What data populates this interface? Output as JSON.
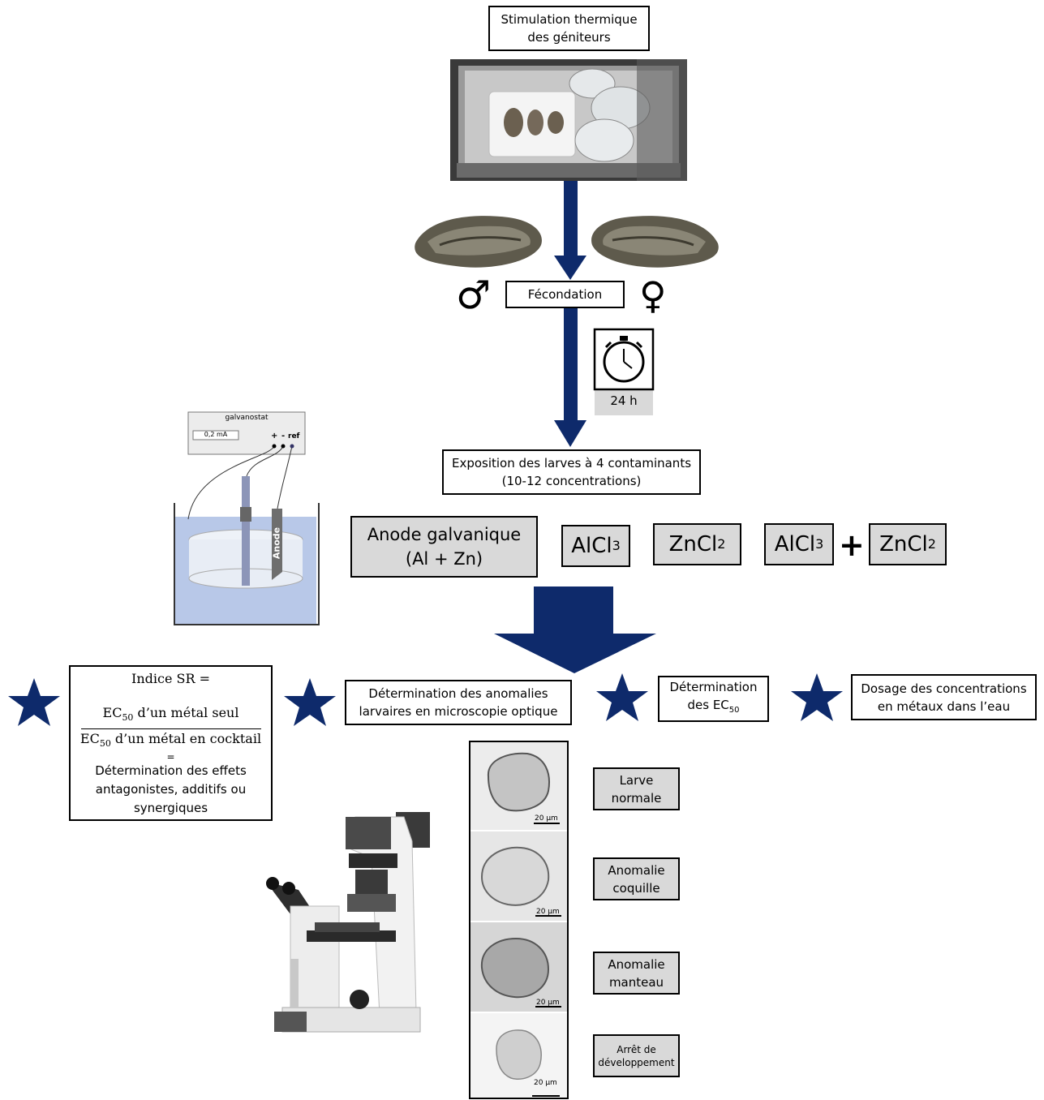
{
  "steps": {
    "stimulation": [
      "Stimulation thermique",
      "des géniteurs"
    ],
    "fecondation": "Fécondation",
    "timer": "24 h",
    "exposition": [
      "Exposition des larves à 4 contaminants",
      "(10-12 concentrations)"
    ]
  },
  "symbols": {
    "male": "♂",
    "female": "♀",
    "plus": "+"
  },
  "galvanostat": {
    "title": "galvanostat",
    "display": "0,2 mA",
    "plus": "+",
    "minus": "-",
    "ref": "ref",
    "anode_label": "Anode"
  },
  "contaminants": {
    "anode": [
      "Anode galvanique",
      "(Al + Zn)"
    ],
    "alcl3": {
      "base": "AlCl",
      "sub": "3"
    },
    "zncl2": {
      "base": "ZnCl",
      "sub": "2"
    }
  },
  "analyses": {
    "sr": {
      "title": "Indice SR =",
      "numerator": {
        "pre": "EC",
        "sub": "50",
        "post": " d’un métal seul"
      },
      "denominator": {
        "pre": "EC",
        "sub": "50",
        "post": " d’un métal en cocktail"
      },
      "equals": "=",
      "conclusion": [
        "Détermination des effets",
        "antagonistes, additifs ou",
        "synergiques"
      ]
    },
    "anomalies": [
      "Détermination des anomalies",
      "larvaires en microscopie optique"
    ],
    "ec50": {
      "line1": "Détermination",
      "line2_pre": "des EC",
      "line2_sub": "50"
    },
    "dosage": [
      "Dosage des concentrations",
      "en métaux dans l’eau"
    ]
  },
  "larvae": {
    "scale": "20 µm",
    "labels": [
      [
        "Larve",
        "normale"
      ],
      [
        "Anomalie",
        "coquille"
      ],
      [
        "Anomalie",
        "manteau"
      ],
      [
        "Arrêt de",
        "développement"
      ]
    ]
  },
  "colors": {
    "arrow": "#0e2a6b",
    "box_gray": "#d9d9d9",
    "water": "#b8c8e8"
  }
}
